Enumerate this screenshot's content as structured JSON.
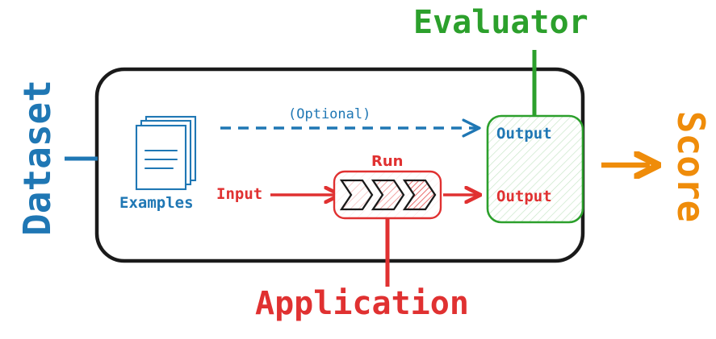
{
  "diagram": {
    "title": "Evaluation pipeline diagram",
    "colors": {
      "blue": "#1f77b4",
      "red": "#e03131",
      "green": "#2ca02c",
      "orange": "#ef8c0a",
      "black": "#1a1a1a",
      "white": "#ffffff"
    },
    "outer_labels": {
      "dataset": "Dataset",
      "evaluator": "Evaluator",
      "application": "Application",
      "score": "Score"
    },
    "inner_labels": {
      "examples": "Examples",
      "optional": "(Optional)",
      "input": "Input",
      "run": "Run",
      "output_reference": "Output",
      "output_prediction": "Output"
    },
    "icons": {
      "examples": "stacked-documents-icon",
      "run": "chevron-pipeline-icon",
      "dataset_connector": "connector-line-icon",
      "evaluator_connector": "connector-line-icon",
      "application_connector": "connector-line-icon",
      "optional_arrow": "dashed-arrow-icon",
      "input_arrow": "arrow-icon",
      "prediction_arrow": "arrow-icon",
      "score_arrow": "arrow-icon"
    },
    "nodes": {
      "examples_count": 3,
      "run_stage_count": 3
    }
  }
}
